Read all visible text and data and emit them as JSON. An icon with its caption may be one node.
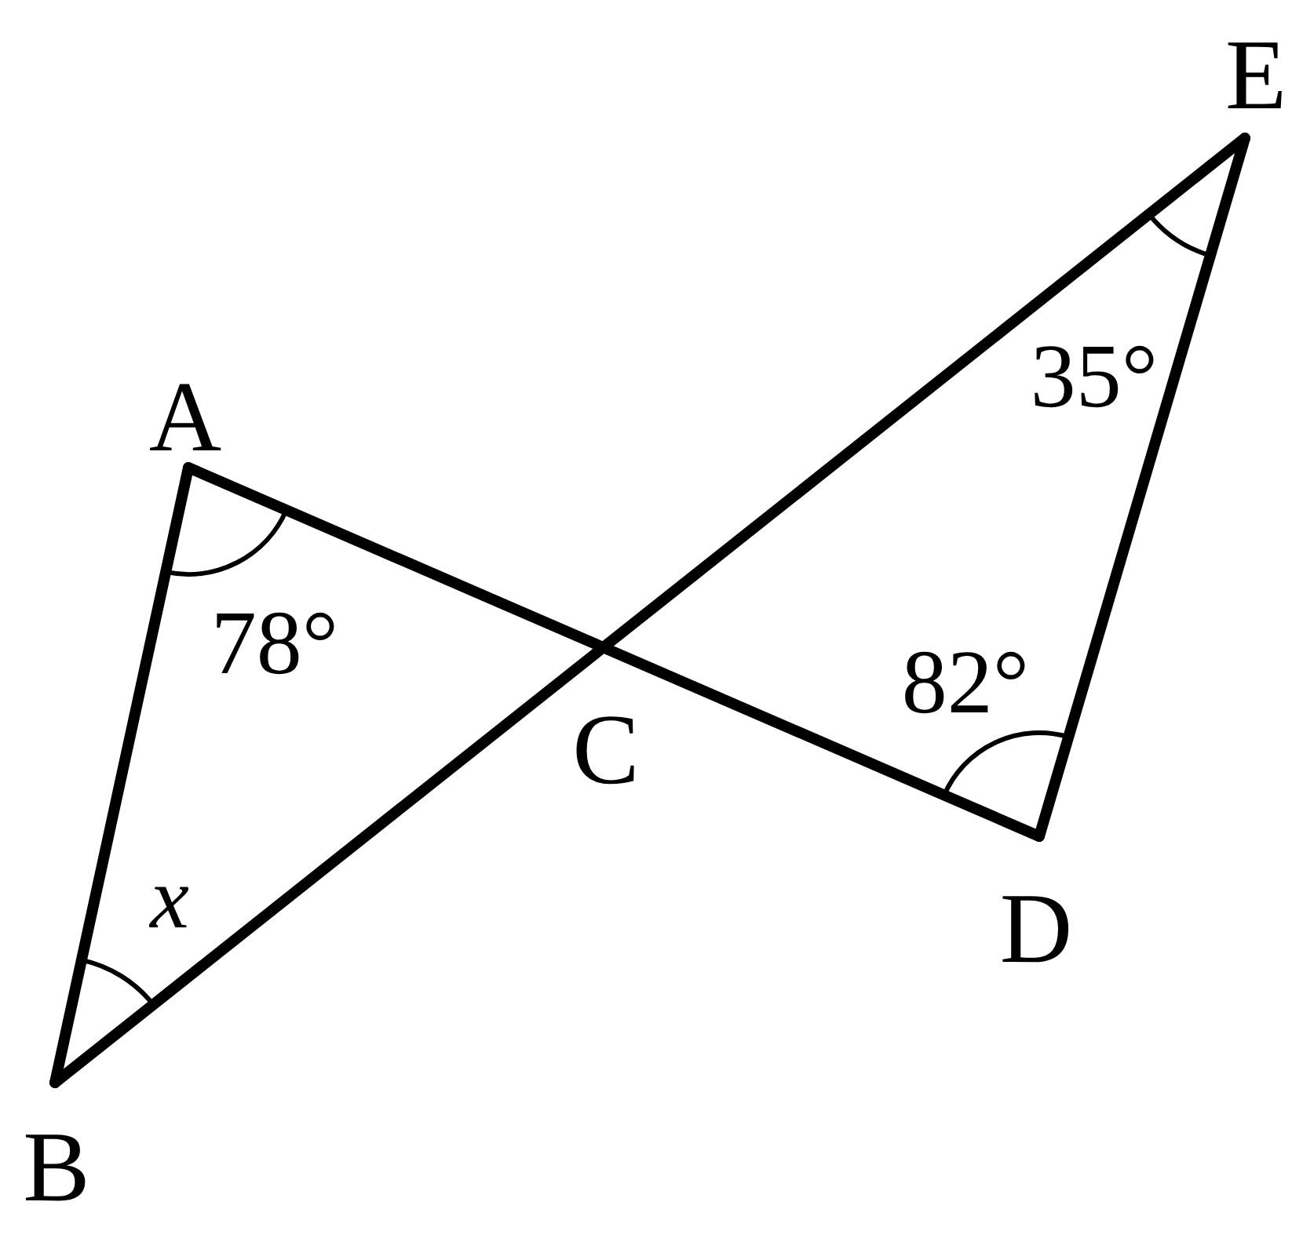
{
  "diagram": {
    "labels": [
      "E",
      "35°",
      "A",
      "78°",
      "82°",
      "C",
      "x",
      "D",
      "B"
    ]
  }
}
